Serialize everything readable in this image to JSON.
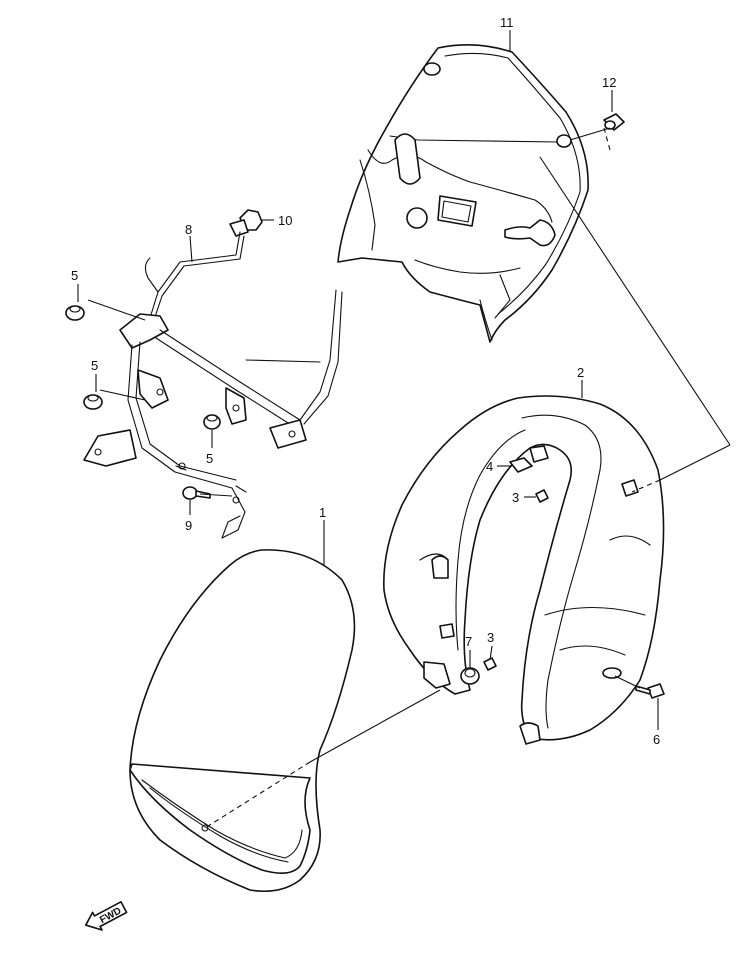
{
  "callouts": [
    {
      "id": "part-1",
      "label": "1"
    },
    {
      "id": "part-2",
      "label": "2"
    },
    {
      "id": "part-3a",
      "label": "3"
    },
    {
      "id": "part-3b",
      "label": "3"
    },
    {
      "id": "part-4",
      "label": "4"
    },
    {
      "id": "part-5a",
      "label": "5"
    },
    {
      "id": "part-5b",
      "label": "5"
    },
    {
      "id": "part-5c",
      "label": "5"
    },
    {
      "id": "part-6",
      "label": "6"
    },
    {
      "id": "part-7",
      "label": "7"
    },
    {
      "id": "part-8",
      "label": "8"
    },
    {
      "id": "part-9",
      "label": "9"
    },
    {
      "id": "part-10",
      "label": "10"
    },
    {
      "id": "part-11",
      "label": "11"
    },
    {
      "id": "part-12",
      "label": "12"
    }
  ],
  "direction_indicator": {
    "label": "FWD",
    "icon": "fwd-arrow-icon"
  }
}
